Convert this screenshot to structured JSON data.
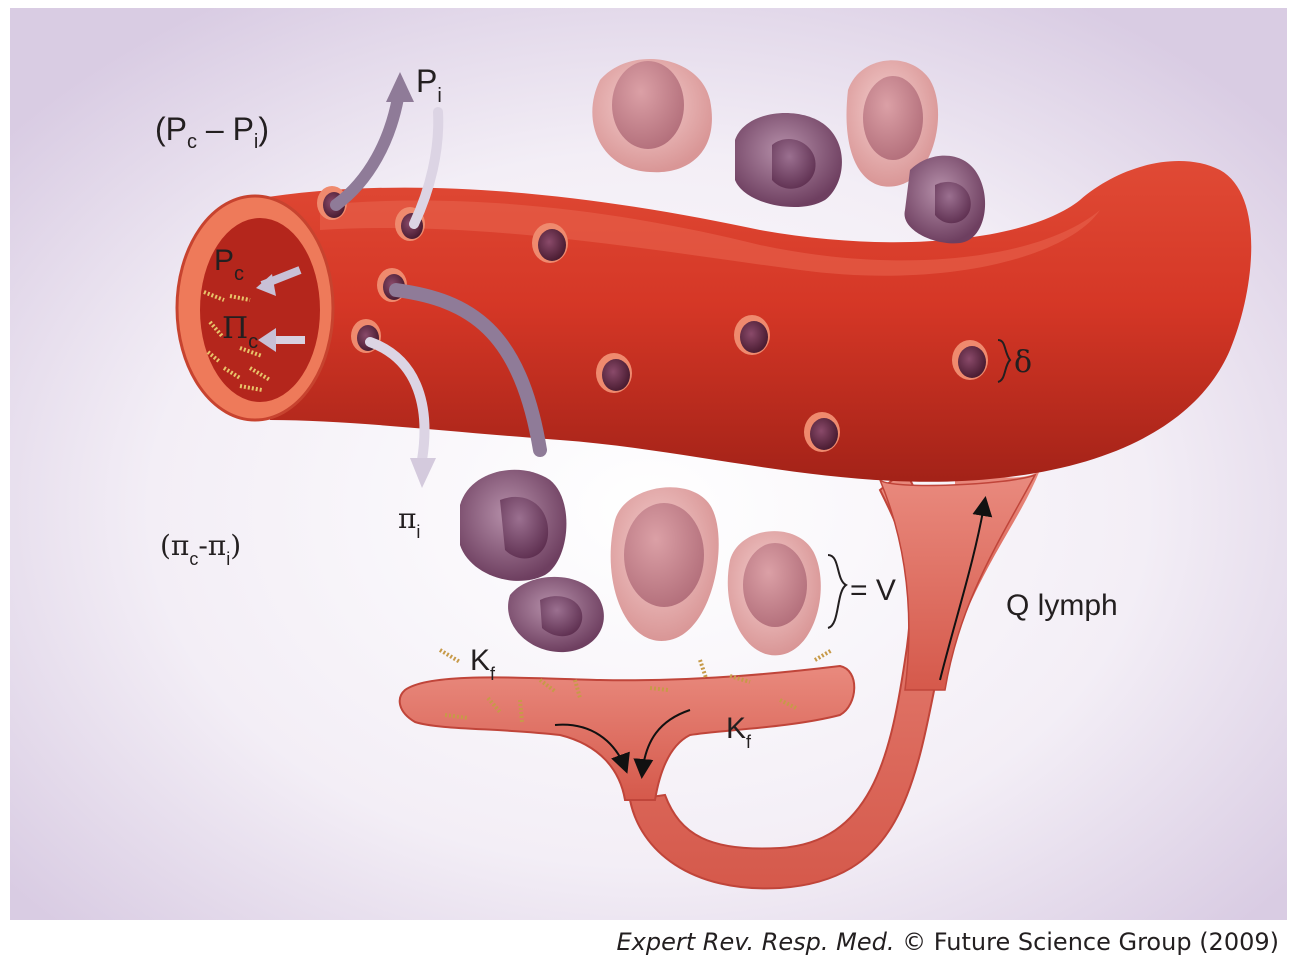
{
  "labels": {
    "pc_minus_pi": {
      "open": "(P",
      "sub1": "c",
      "minus": " – P",
      "sub2": "i",
      "close": ")"
    },
    "pi_top": {
      "main": "P",
      "sub": "i"
    },
    "pc_lumen": {
      "main": "P",
      "sub": "c"
    },
    "oncotic_lumen": {
      "main": "Π",
      "sub": "c"
    },
    "oncotic_interstitial": {
      "main": "π",
      "sub": "i"
    },
    "oncotic_diff": {
      "open": "(π",
      "sub1": "c",
      "minus": "-π",
      "sub2": "i",
      "close": ")"
    },
    "delta": "δ",
    "volume": "= V",
    "kf_left": {
      "main": "K",
      "sub": "f"
    },
    "kf_right": {
      "main": "K",
      "sub": "f"
    },
    "q_lymph": "Q lymph"
  },
  "caption": {
    "journal": "Expert Rev. Resp. Med.",
    "rest": " © Future Science Group (2009)"
  },
  "colors": {
    "vessel": "#d63a2a",
    "vessel_dark": "#a8231a",
    "lymph": "#e8776a",
    "pore": "#6b2f4a",
    "cell_pink": "#e6a9a9",
    "cell_purple": "#8c5a7c",
    "background": "#e9e1ef"
  }
}
